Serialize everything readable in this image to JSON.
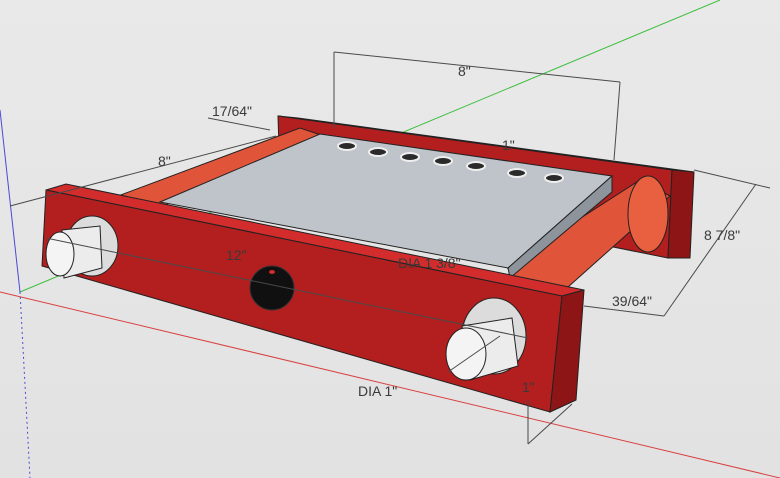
{
  "model": {
    "colors": {
      "background": "#e6e6e6",
      "red_face": "#b31e1e",
      "red_top": "#d22c2c",
      "roller": "#e0553a",
      "plate_top": "#bfc4ca",
      "plate_side": "#8d949b",
      "knob": "#ececec",
      "axis_red": "#d94040",
      "axis_green": "#3fbf3f",
      "axis_blue": "#4a4ad9"
    },
    "icons": {
      "knob": "cylinder-knob-icon",
      "hole": "round-hole-icon"
    }
  },
  "dimensions": {
    "width_top": "8\"",
    "thickness_top": "17/64\"",
    "depth_left": "8\"",
    "length_front": "12\"",
    "height_right": "8 7/8\"",
    "offset_right": "39/64\"",
    "roller_dia": "DIA 1 3/8\"",
    "knob_dia": "DIA 1\"",
    "small_right": "1\"",
    "small_bottom": "1\""
  }
}
